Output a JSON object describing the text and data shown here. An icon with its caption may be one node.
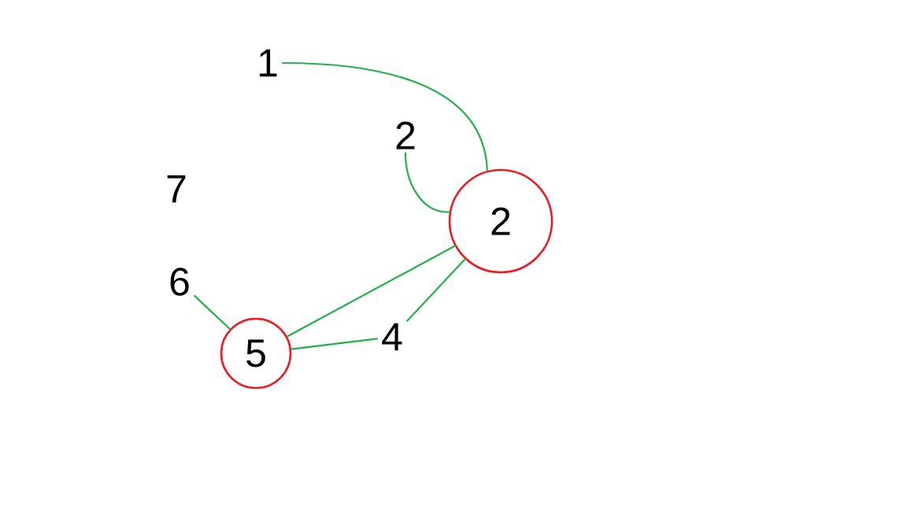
{
  "diagram": {
    "nodes": [
      {
        "text": [
          "1"
        ]
      },
      {
        "text": [
          "2"
        ]
      },
      {
        "text": [
          "7"
        ]
      },
      {
        "text": [
          "2"
        ]
      },
      {
        "text": [
          "6"
        ]
      },
      {
        "text": [
          "4"
        ]
      },
      {
        "text": [
          "5"
        ]
      }
    ],
    "edges": [
      {
        "from": 0,
        "to": 3,
        "arrow": "none"
      },
      {
        "from": 1,
        "to": 3,
        "arrow": "none"
      },
      {
        "from": 3,
        "to": 6,
        "arrow": "none"
      },
      {
        "from": 3,
        "to": 5,
        "arrow": "none"
      },
      {
        "from": 4,
        "to": 6,
        "arrow": "none"
      },
      {
        "from": 6,
        "to": 5,
        "arrow": "none"
      }
    ]
  }
}
